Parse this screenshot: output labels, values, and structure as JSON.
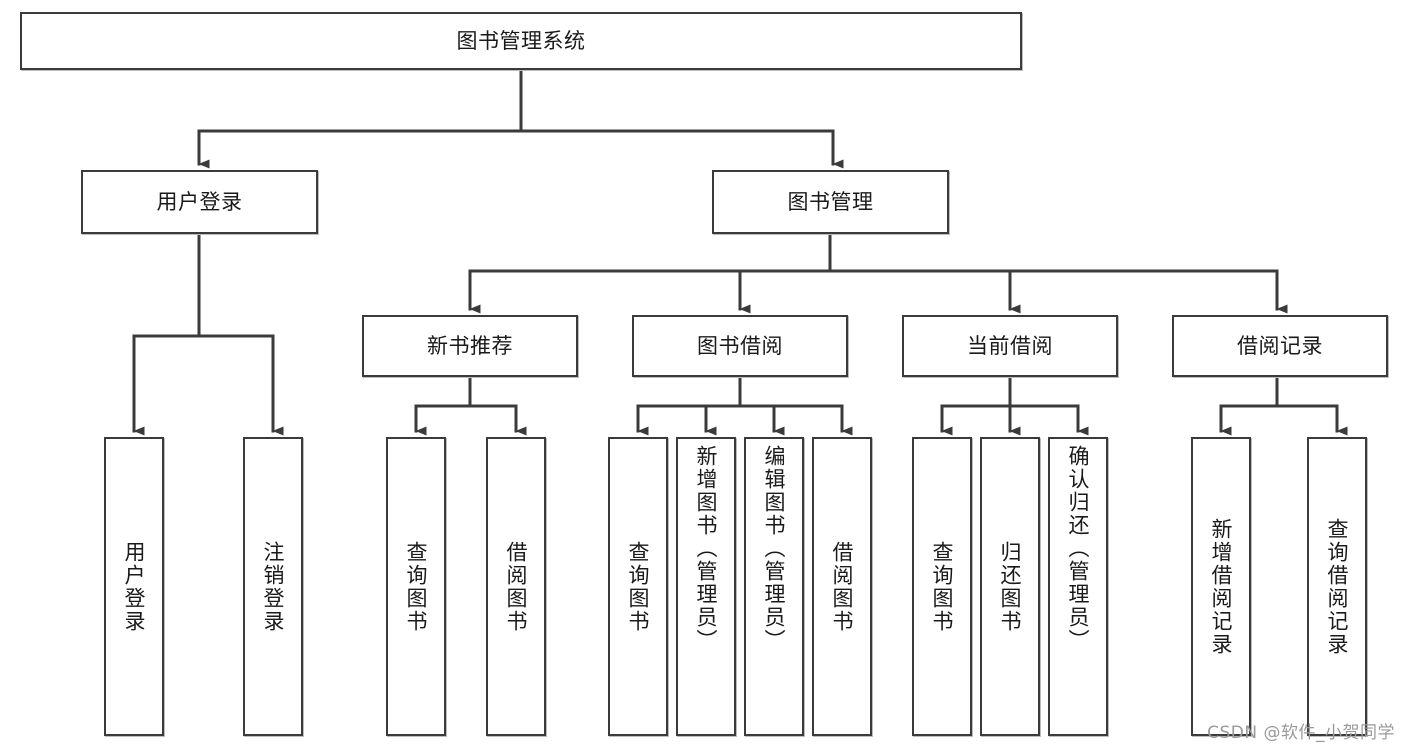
{
  "diagram": {
    "type": "hierarchy-tree",
    "title": "图书管理系统",
    "orientation": "top-down",
    "colors": {
      "box_border": "#3b3b3b",
      "box_fill": "#ffffff",
      "edge": "#3b3b3b",
      "text": "#1a1a1a",
      "watermark": "#9a9a9a"
    },
    "levels": {
      "root": {
        "label": "图书管理系统"
      },
      "level2": [
        {
          "id": "user-login",
          "label": "用户登录"
        },
        {
          "id": "book-manage",
          "label": "图书管理"
        }
      ],
      "level3": [
        {
          "id": "new-book-recommend",
          "label": "新书推荐",
          "parent": "book-manage"
        },
        {
          "id": "book-borrow",
          "label": "图书借阅",
          "parent": "book-manage"
        },
        {
          "id": "current-borrow",
          "label": "当前借阅",
          "parent": "book-manage"
        },
        {
          "id": "borrow-record",
          "label": "借阅记录",
          "parent": "book-manage"
        }
      ],
      "leaves": [
        {
          "id": "leaf-user-login",
          "label": "用户登录",
          "parent": "user-login"
        },
        {
          "id": "leaf-user-logout",
          "label": "注销登录",
          "parent": "user-login"
        },
        {
          "id": "leaf-rec-query-book",
          "label": "查询图书",
          "parent": "new-book-recommend"
        },
        {
          "id": "leaf-rec-borrow-book",
          "label": "借阅图书",
          "parent": "new-book-recommend"
        },
        {
          "id": "leaf-borrow-query-book",
          "label": "查询图书",
          "parent": "book-borrow"
        },
        {
          "id": "leaf-borrow-add-book",
          "label": "新增图书（管理员）",
          "parent": "book-borrow"
        },
        {
          "id": "leaf-borrow-edit-book",
          "label": "编辑图书（管理员）",
          "parent": "book-borrow"
        },
        {
          "id": "leaf-borrow-borrow-book",
          "label": "借阅图书",
          "parent": "book-borrow"
        },
        {
          "id": "leaf-current-query-book",
          "label": "查询图书",
          "parent": "current-borrow"
        },
        {
          "id": "leaf-current-return-book",
          "label": "归还图书",
          "parent": "current-borrow"
        },
        {
          "id": "leaf-current-confirm-return",
          "label": "确认归还（管理员）",
          "parent": "current-borrow"
        },
        {
          "id": "leaf-record-add",
          "label": "新增借阅记录",
          "parent": "borrow-record"
        },
        {
          "id": "leaf-record-query",
          "label": "查询借阅记录",
          "parent": "borrow-record"
        }
      ]
    },
    "watermark": "CSDN @软件_小贺同学"
  }
}
